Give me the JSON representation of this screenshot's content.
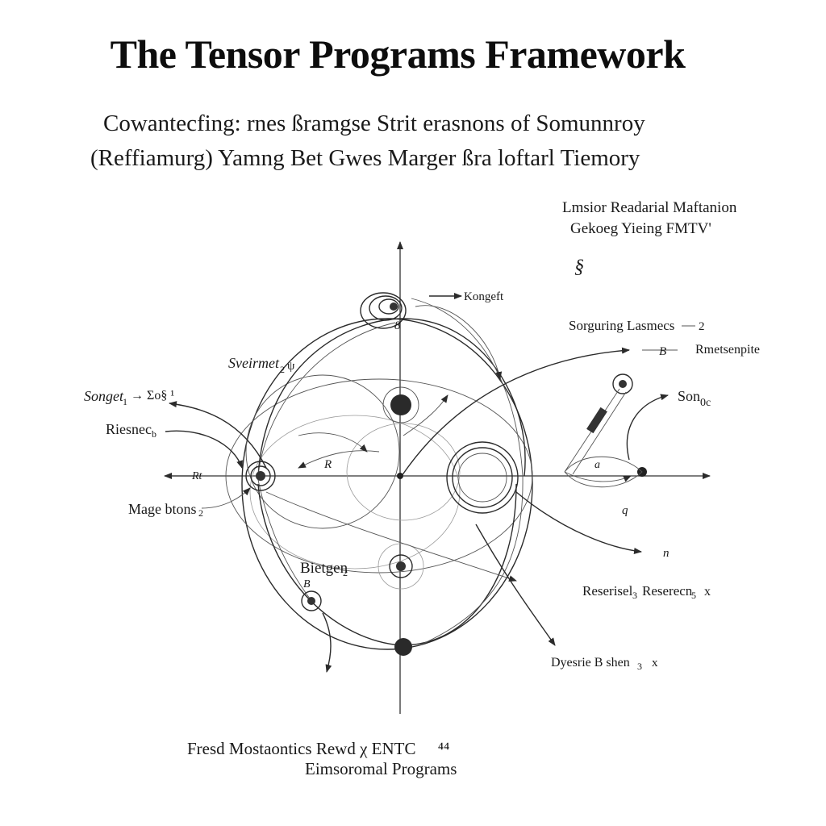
{
  "header": {
    "title": "The Tensor Programs Framework",
    "subtitle_line1": "Cowantecfing: rnes ßramgse Strit erasnons of Somunnroy",
    "subtitle_line2": "(Reffiamurg) Yamng Bet Gwes Marger ßra loftarl Tiemory"
  },
  "diagram": {
    "labels": {
      "top_right_1": "Lmsior Readarial Maftanion",
      "top_right_2": "Gekoeg Yieing FMTV'",
      "scribble_top": "§",
      "kongeft": "Kongeft",
      "sorguring": "Sorguring Lasmecs",
      "sorguring_mark": "2",
      "rmetsenpite_b": "B",
      "rmetsenpite": "Rmetsenpite",
      "sveirmet": "Sveirmet",
      "sveirmet_sub": "2",
      "sveirmet_tail": "ψ",
      "songet": "Songet",
      "songet_sub": "1",
      "songet_tail": "→ Σo§ ¹",
      "riesnec": "Riesnec",
      "riesnec_sub": "b",
      "sonoc": "Son",
      "sonoc_sub": "0c",
      "mage": "Mage btons",
      "mage_sub": "2",
      "bietgen": "Bietgen",
      "bietgen_sub": "2",
      "reserisel": "Reserisel",
      "reserisel_sub": "3",
      "reserecn": "Reserecn",
      "reserecn_sub": "5",
      "reserecn_x": "x",
      "dyesrie": "Dyesrie B shen",
      "dyesrie_sub": "3",
      "dyesrie_x": "x",
      "small_B": "B",
      "small_R": "R",
      "small_8": "8",
      "small_q": "q",
      "small_n": "n",
      "small_a": "a",
      "small_Rt": "Rt"
    }
  },
  "footer": {
    "line1": "Fresd Mostaontics Rewd χ ENTC",
    "line1_mark": "⁴⁴",
    "line2": "Eimsoromal Programs"
  }
}
